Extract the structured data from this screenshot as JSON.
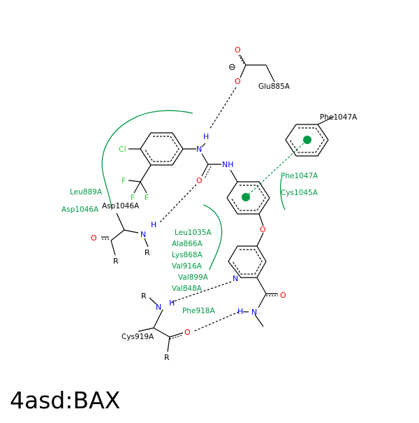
{
  "title": "4asd:BAX",
  "colors": {
    "bond": "#000000",
    "nitrogen": "#0000ff",
    "oxygen": "#ff0000",
    "halogen": "#33cc33",
    "residue_hydrophobic": "#009944",
    "label_black": "#000000"
  },
  "residues": {
    "glu885": "Glu885A",
    "phe1047_top": "Phe1047A",
    "phe1047": "Phe1047A",
    "cys1045": "Cys1045A",
    "leu889": "Leu889A",
    "asp1046_green": "Asp1046A",
    "asp1046": "Asp1046A",
    "leu1035": "Leu1035A",
    "ala866": "Ala866A",
    "lys868": "Lys868A",
    "val916": "Val916A",
    "val899": "Val899A",
    "val848": "Val848A",
    "phe918": "Phe918A",
    "cys919": "Cys919A"
  },
  "atoms": {
    "o": "O",
    "n": "N",
    "h": "H",
    "nh": "NH",
    "r": "R",
    "cl": "Cl",
    "f": "F",
    "minus": "⊖"
  }
}
